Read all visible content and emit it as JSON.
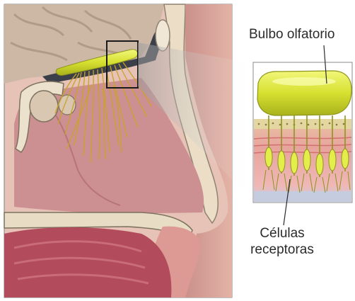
{
  "labels": {
    "bulbo": "Bulbo olfatorio",
    "celulas_line1": "Células",
    "celulas_line2": "receptoras"
  },
  "colors": {
    "skin": "#d9a89c",
    "skin_dark": "#b67e76",
    "bone": "#e8dcc8",
    "cavity": "#c88a8e",
    "bulb": "#d8e33a",
    "nerve": "#c9a42a",
    "brain": "#c9b6a7",
    "mucosa": "#e9a9a5"
  }
}
